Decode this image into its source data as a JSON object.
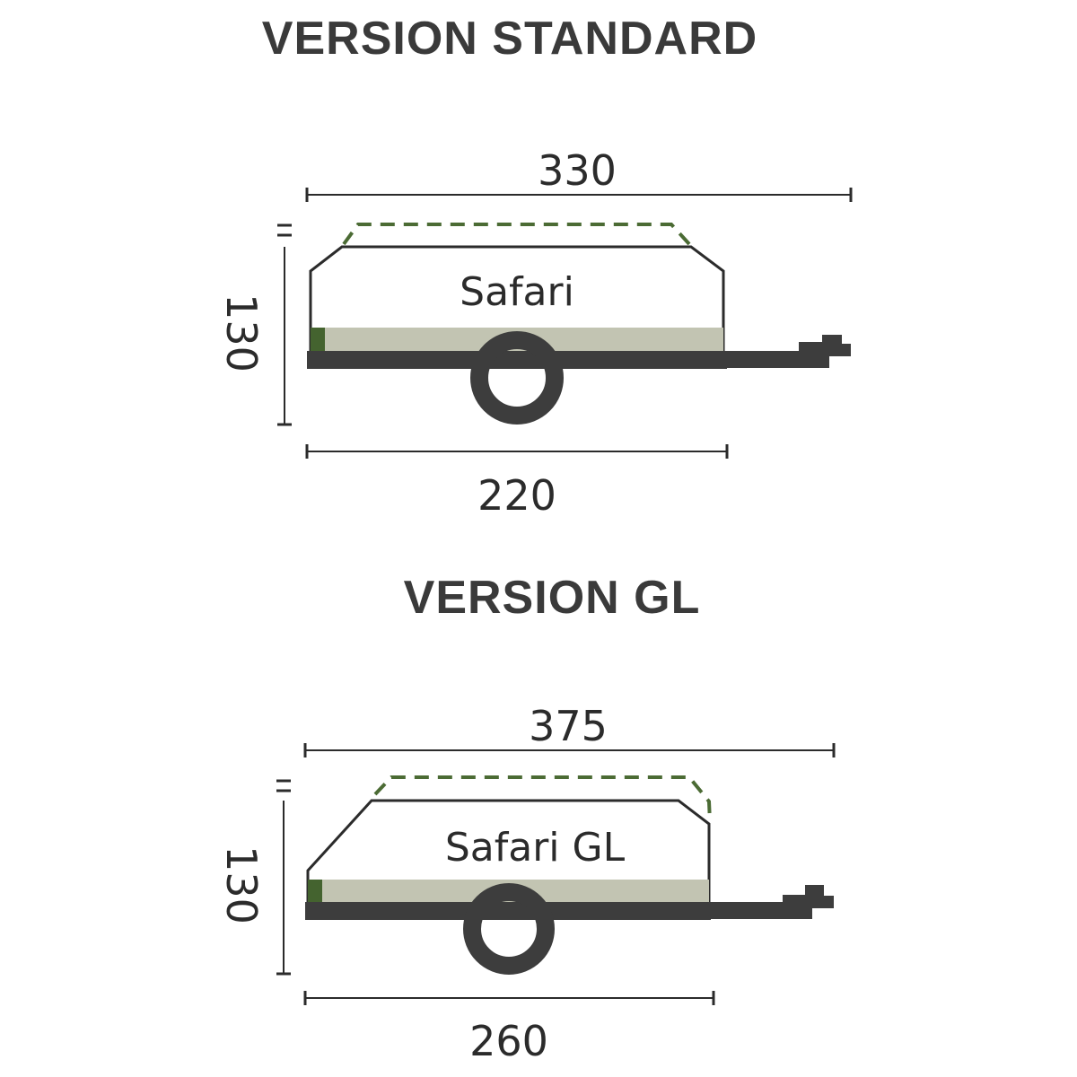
{
  "diagrams": [
    {
      "title": "VERSION STANDARD",
      "model_name": "Safari",
      "overall_length": "330",
      "height": "130",
      "box_length": "220"
    },
    {
      "title": "VERSION GL",
      "model_name": "Safari GL",
      "overall_length": "375",
      "height": "130",
      "box_length": "260"
    }
  ],
  "colors": {
    "frame": "#3d3d3d",
    "body_outline": "#2b2b2b",
    "base_band": "#c2c4b2",
    "accent_green": "#44632f",
    "dashed_cover": "#4b6b34",
    "text": "#2b2b2b"
  }
}
